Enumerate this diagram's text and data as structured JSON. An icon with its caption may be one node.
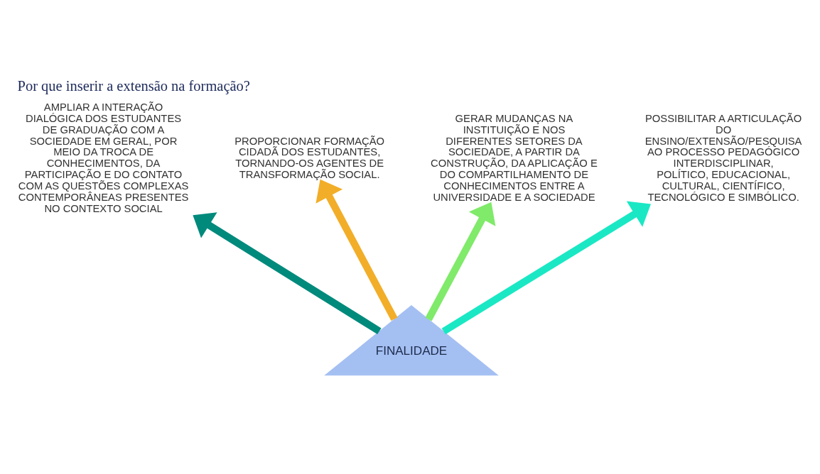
{
  "diagram": {
    "title": "Por que inserir a extensão na formação?",
    "nodes": [
      {
        "text": [
          "AMPLIAR A INTERAÇÃO DIALÓGICA DOS ESTUDANTES DE GRADUAÇÃO COM A SOCIEDADE EM GERAL, POR MEIO DA TROCA DE CONHECIMENTOS, DA PARTICIPAÇÃO E DO CONTATO COM AS QUESTÕES COMPLEXAS CONTEMPORÂNEAS PRESENTES NO CONTEXTO SOCIAL"
        ]
      },
      {
        "text": [
          "PROPORCIONAR FORMAÇÃO CIDADÃ DOS ESTUDANTES, TORNANDO-OS AGENTES DE TRANSFORMAÇÃO SOCIAL."
        ]
      },
      {
        "text": [
          "GERAR MUDANÇAS NA INSTITUIÇÃO E NOS DIFERENTES SETORES DA SOCIEDADE, A PARTIR DA CONSTRUÇÃO, DA APLICAÇÃO E DO COMPARTILHAMENTO DE CONHECIMENTOS ENTRE A UNIVERSIDADE E A SOCIEDADE"
        ]
      },
      {
        "text": [
          "POSSIBILITAR A ARTICULAÇÃO DO ENSINO/EXTENSÃO/PESQUISA AO PROCESSO PEDAGÓGICO INTERDISCIPLINAR, POLÍTICO, EDUCACIONAL, CULTURAL, CIENTÍFICO, TECNOLÓGICO E SIMBÓLICO."
        ]
      },
      {
        "text": [
          "FINALIDADE"
        ]
      }
    ],
    "edges": [
      {
        "from": 4,
        "to": 0,
        "arrow": "to",
        "color": "#008a7c"
      },
      {
        "from": 4,
        "to": 1,
        "arrow": "to",
        "color": "#f2ae29"
      },
      {
        "from": 4,
        "to": 2,
        "arrow": "to",
        "color": "#80ea6a"
      },
      {
        "from": 4,
        "to": 3,
        "arrow": "to",
        "color": "#1ae8c4"
      }
    ]
  }
}
